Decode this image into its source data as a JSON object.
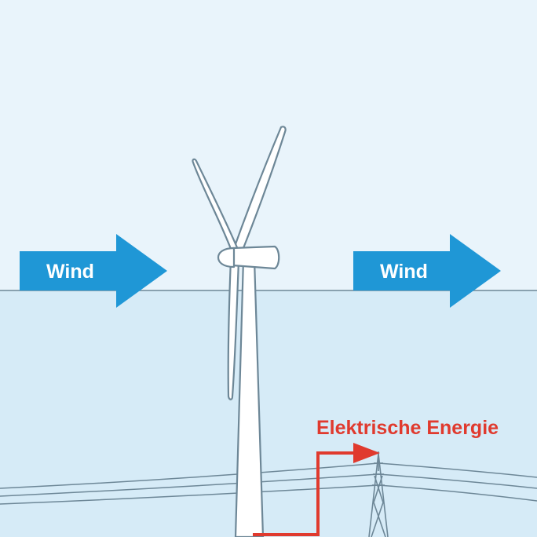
{
  "labels": {
    "wind_left": "Wind",
    "wind_right": "Wind",
    "energy": "Elektrische Energie"
  },
  "colors": {
    "sky": "#e9f4fb",
    "ground": "#d6ebf7",
    "wind_arrow": "#1f97d6",
    "energy": "#e03a2e",
    "outline": "#6d8797",
    "turbine_fill": "#ffffff"
  },
  "icons": {
    "turbine": "wind-turbine-icon",
    "pylon": "power-pylon-icon"
  }
}
